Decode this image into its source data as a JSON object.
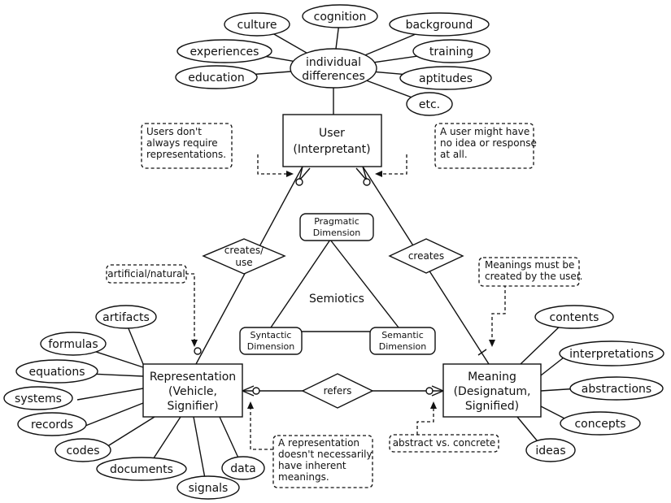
{
  "user_box": {
    "line1": "User",
    "line2": "(Interpretant)"
  },
  "representation_box": {
    "line1": "Representation",
    "line2": "(Vehicle,",
    "line3": "Signifier)"
  },
  "meaning_box": {
    "line1": "Meaning",
    "line2": "(Designatum,",
    "line3": "Signified)"
  },
  "individual_differences": {
    "line1": "individual",
    "line2": "differences"
  },
  "user_attributes": [
    "culture",
    "cognition",
    "background",
    "experiences",
    "training",
    "education",
    "aptitudes",
    "etc."
  ],
  "representation_examples": [
    "artifacts",
    "formulas",
    "equations",
    "systems",
    "records",
    "codes",
    "documents",
    "signals",
    "data"
  ],
  "meaning_examples": [
    "contents",
    "interpretations",
    "abstractions",
    "concepts",
    "ideas"
  ],
  "relationships": {
    "creates_use": {
      "line1": "creates/",
      "line2": "use"
    },
    "creates": "creates",
    "refers": "refers"
  },
  "semiotics": {
    "center_label": "Semiotics",
    "pragmatic": {
      "line1": "Pragmatic",
      "line2": "Dimension"
    },
    "syntactic": {
      "line1": "Syntactic",
      "line2": "Dimension"
    },
    "semantic": {
      "line1": "Semantic",
      "line2": "Dimension"
    }
  },
  "notes": {
    "users_dont": [
      "Users don't",
      "always require",
      "representations."
    ],
    "user_might": [
      "A user might have",
      "no idea or response",
      "at all."
    ],
    "artificial_natural": "artificial/natural",
    "meanings_created": [
      "Meanings must be",
      "created by the user."
    ],
    "representation_inherent": [
      "A representation",
      "doesn't necessarily",
      "have inherent",
      "meanings."
    ],
    "abstract_concrete": "abstract vs. concrete"
  }
}
